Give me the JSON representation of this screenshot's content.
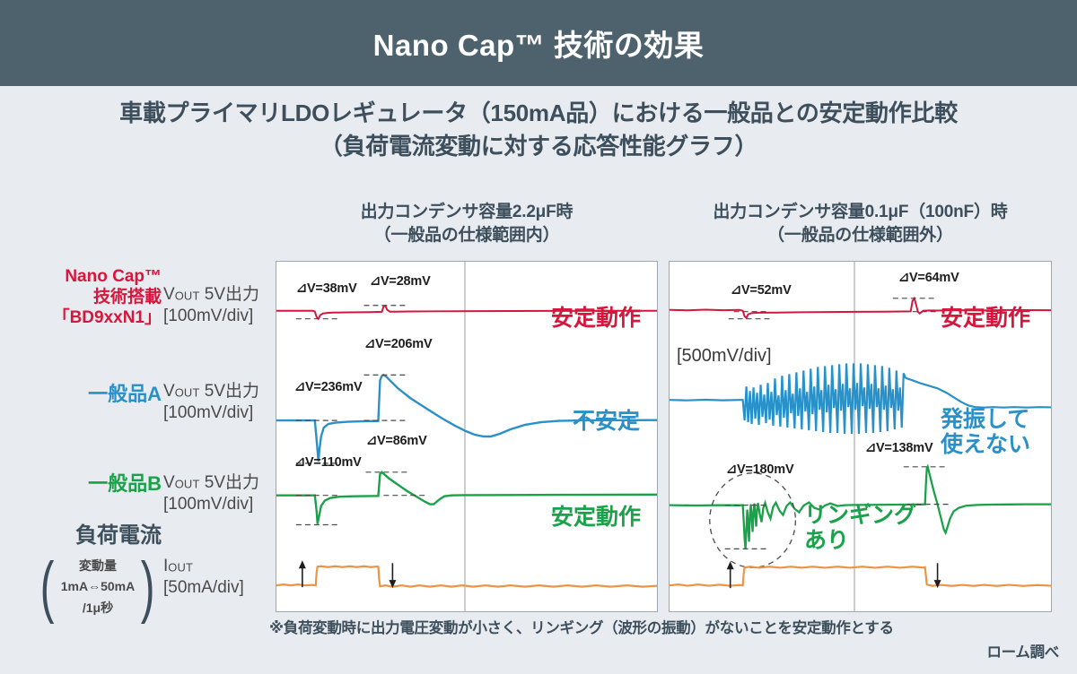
{
  "header": {
    "title": "Nano Cap™ 技術の効果"
  },
  "subtitle": {
    "line1": "車載プライマリLDOレギュレータ（150mA品）における一般品との安定動作比較",
    "line2": "（負荷電流変動に対する応答性能グラフ）"
  },
  "columns": [
    {
      "id": "left",
      "title": "出力コンデンサ容量2.2μF時",
      "subtitle": "（一般品の仕様範囲内）"
    },
    {
      "id": "right",
      "title": "出力コンデンサ容量0.1μF（100nF）時",
      "subtitle": "（一般品の仕様範囲外）"
    }
  ],
  "rows": [
    {
      "id": "nanocap",
      "label_lines": [
        "Nano Cap™",
        "技術搭載",
        "「BD9xxN1」"
      ],
      "color": "#d6163c",
      "unit_symbol": "V",
      "unit_sub": "OUT",
      "unit_rest": " 5V出力",
      "unit_scale": "[100mV/div]"
    },
    {
      "id": "generic-a",
      "label_lines": [
        "一般品A"
      ],
      "color": "#2a90c8",
      "unit_symbol": "V",
      "unit_sub": "OUT",
      "unit_rest": " 5V出力",
      "unit_scale": "[100mV/div]"
    },
    {
      "id": "generic-b",
      "label_lines": [
        "一般品B"
      ],
      "color": "#1aa24a",
      "unit_symbol": "V",
      "unit_sub": "OUT",
      "unit_rest": " 5V出力",
      "unit_scale": "[100mV/div]"
    },
    {
      "id": "load-current",
      "label_lines": [
        "負荷電流"
      ],
      "color": "#3d4f5c",
      "paren_lines": [
        "変動量",
        "1mA⇔50mA",
        "/1μ秒"
      ],
      "unit_symbol": "I",
      "unit_sub": "OUT",
      "unit_rest": "",
      "unit_scale": "[50mA/div]"
    }
  ],
  "chart_data": {
    "type": "line",
    "title": "車載プライマリLDOレギュレータ（150mA品）における一般品との安定動作比較",
    "subtitle": "（負荷電流変動に対する応答性能グラフ）",
    "xlabel": "",
    "ylabel": "",
    "grid": "single vertical centre gridline per panel",
    "legend": "row labels at left of each trace band",
    "panels": [
      {
        "id": "cap-2u2",
        "title": "出力コンデンサ容量2.2μF時",
        "subtitle": "（一般品の仕様範囲内）",
        "series": [
          {
            "name": "Nano Cap™ 技術搭載「BD9xxN1」",
            "color": "#d6163c",
            "scale": "[100mV/div]",
            "verdict": "安定動作",
            "verdict_color": "#d6163c",
            "annotations": [
              {
                "text": "⊿V=38mV",
                "value": 38,
                "unit": "mV",
                "event": "load-step-up-undershoot"
              },
              {
                "text": "⊿V=28mV",
                "value": 28,
                "unit": "mV",
                "event": "load-step-down-overshoot"
              }
            ]
          },
          {
            "name": "一般品A",
            "color": "#2a90c8",
            "scale": "[100mV/div]",
            "verdict": "不安定",
            "verdict_color": "#2a90c8",
            "annotations": [
              {
                "text": "⊿V=236mV",
                "value": 236,
                "unit": "mV",
                "event": "load-step-up-undershoot"
              },
              {
                "text": "⊿V=206mV",
                "value": 206,
                "unit": "mV",
                "event": "load-step-down-overshoot"
              }
            ]
          },
          {
            "name": "一般品B",
            "color": "#1aa24a",
            "scale": "[100mV/div]",
            "verdict": "安定動作",
            "verdict_color": "#1aa24a",
            "annotations": [
              {
                "text": "⊿V=110mV",
                "value": 110,
                "unit": "mV",
                "event": "load-step-up-undershoot"
              },
              {
                "text": "⊿V=86mV",
                "value": 86,
                "unit": "mV",
                "event": "load-step-down-overshoot"
              }
            ]
          },
          {
            "name": "負荷電流 I_OUT",
            "color": "#eb9446",
            "scale": "[50mA/div]",
            "verdict": "",
            "annotations": [
              {
                "text": "↑",
                "event": "load-step-up 1mA→50mA"
              },
              {
                "text": "↓",
                "event": "load-step-down 50mA→1mA"
              }
            ]
          }
        ]
      },
      {
        "id": "cap-0u1",
        "title": "出力コンデンサ容量0.1μF（100nF）時",
        "subtitle": "（一般品の仕様範囲外）",
        "series": [
          {
            "name": "Nano Cap™ 技術搭載「BD9xxN1」",
            "color": "#d6163c",
            "scale": "[100mV/div]",
            "verdict": "安定動作",
            "verdict_color": "#d6163c",
            "annotations": [
              {
                "text": "⊿V=52mV",
                "value": 52,
                "unit": "mV",
                "event": "load-step-up-undershoot"
              },
              {
                "text": "⊿V=64mV",
                "value": 64,
                "unit": "mV",
                "event": "load-step-down-overshoot"
              }
            ]
          },
          {
            "name": "一般品A",
            "color": "#2a90c8",
            "scale": "[500mV/div]",
            "verdict": "発振して\n使えない",
            "verdict_color": "#2a90c8",
            "annotations": [
              {
                "text": "[500mV/div]",
                "event": "vertical-scale-note"
              }
            ]
          },
          {
            "name": "一般品B",
            "color": "#1aa24a",
            "scale": "[100mV/div]",
            "verdict": "リンギング\nあり",
            "verdict_color": "#1aa24a",
            "annotations": [
              {
                "text": "⊿V=180mV",
                "value": 180,
                "unit": "mV",
                "event": "load-step-up-undershoot-with-ringing"
              },
              {
                "text": "⊿V=138mV",
                "value": 138,
                "unit": "mV",
                "event": "load-step-down-overshoot"
              }
            ]
          },
          {
            "name": "負荷電流 I_OUT",
            "color": "#eb9446",
            "scale": "[50mA/div]",
            "verdict": "",
            "annotations": [
              {
                "text": "↑",
                "event": "load-step-up 1mA→50mA"
              },
              {
                "text": "↓",
                "event": "load-step-down 50mA→1mA"
              }
            ]
          }
        ]
      }
    ]
  },
  "annotations": {
    "left": {
      "red_1": "⊿V=38mV",
      "red_2": "⊿V=28mV",
      "blue_1": "⊿V=236mV",
      "blue_2": "⊿V=206mV",
      "green_1": "⊿V=110mV",
      "green_2": "⊿V=86mV",
      "verdict_red": "安定動作",
      "verdict_blue": "不安定",
      "verdict_green": "安定動作"
    },
    "right": {
      "red_1": "⊿V=52mV",
      "red_2": "⊿V=64mV",
      "blue_scale": "[500mV/div]",
      "green_1": "⊿V=180mV",
      "green_2": "⊿V=138mV",
      "verdict_red": "安定動作",
      "verdict_blue_l1": "発振して",
      "verdict_blue_l2": "使えない",
      "verdict_green_l1": "リンギング",
      "verdict_green_l2": "あり"
    }
  },
  "footer": {
    "note": "※負荷変動時に出力電圧変動が小さく、リンギング（波形の振動）がないことを安定動作とする",
    "source": "ローム調べ"
  },
  "colors": {
    "header_bg": "#4e626e",
    "page_bg": "#e8ebef",
    "text_dark": "#3d4f5c",
    "red": "#d6163c",
    "blue": "#2a90c8",
    "green": "#1aa24a",
    "orange": "#eb9446",
    "panel_border": "#9aa9b3"
  }
}
